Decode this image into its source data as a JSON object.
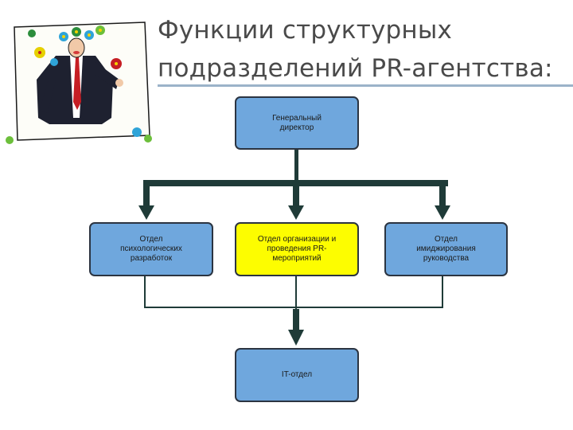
{
  "title": {
    "line1": "Функции структурных",
    "line2": "подразделений PR-агентства:"
  },
  "diagram": {
    "director": "Генеральный\nдиректор",
    "dept_psych": "Отдел\nпсихологических\nразработок",
    "dept_pr_events": "Отдел организации и\nпроведения PR-\nмероприятий",
    "dept_image": "Отдел\nимиджирования\nруководства",
    "dept_it": "IT-отдел"
  },
  "colors": {
    "box_blue": "#6fa7dd",
    "box_yellow": "#fdfd00",
    "connector": "#1f3b38",
    "title_text": "#4a4a4a",
    "title_rule": "#9bb3c9"
  },
  "icons": {
    "illustration": "businessman-with-flowers-illustration"
  }
}
